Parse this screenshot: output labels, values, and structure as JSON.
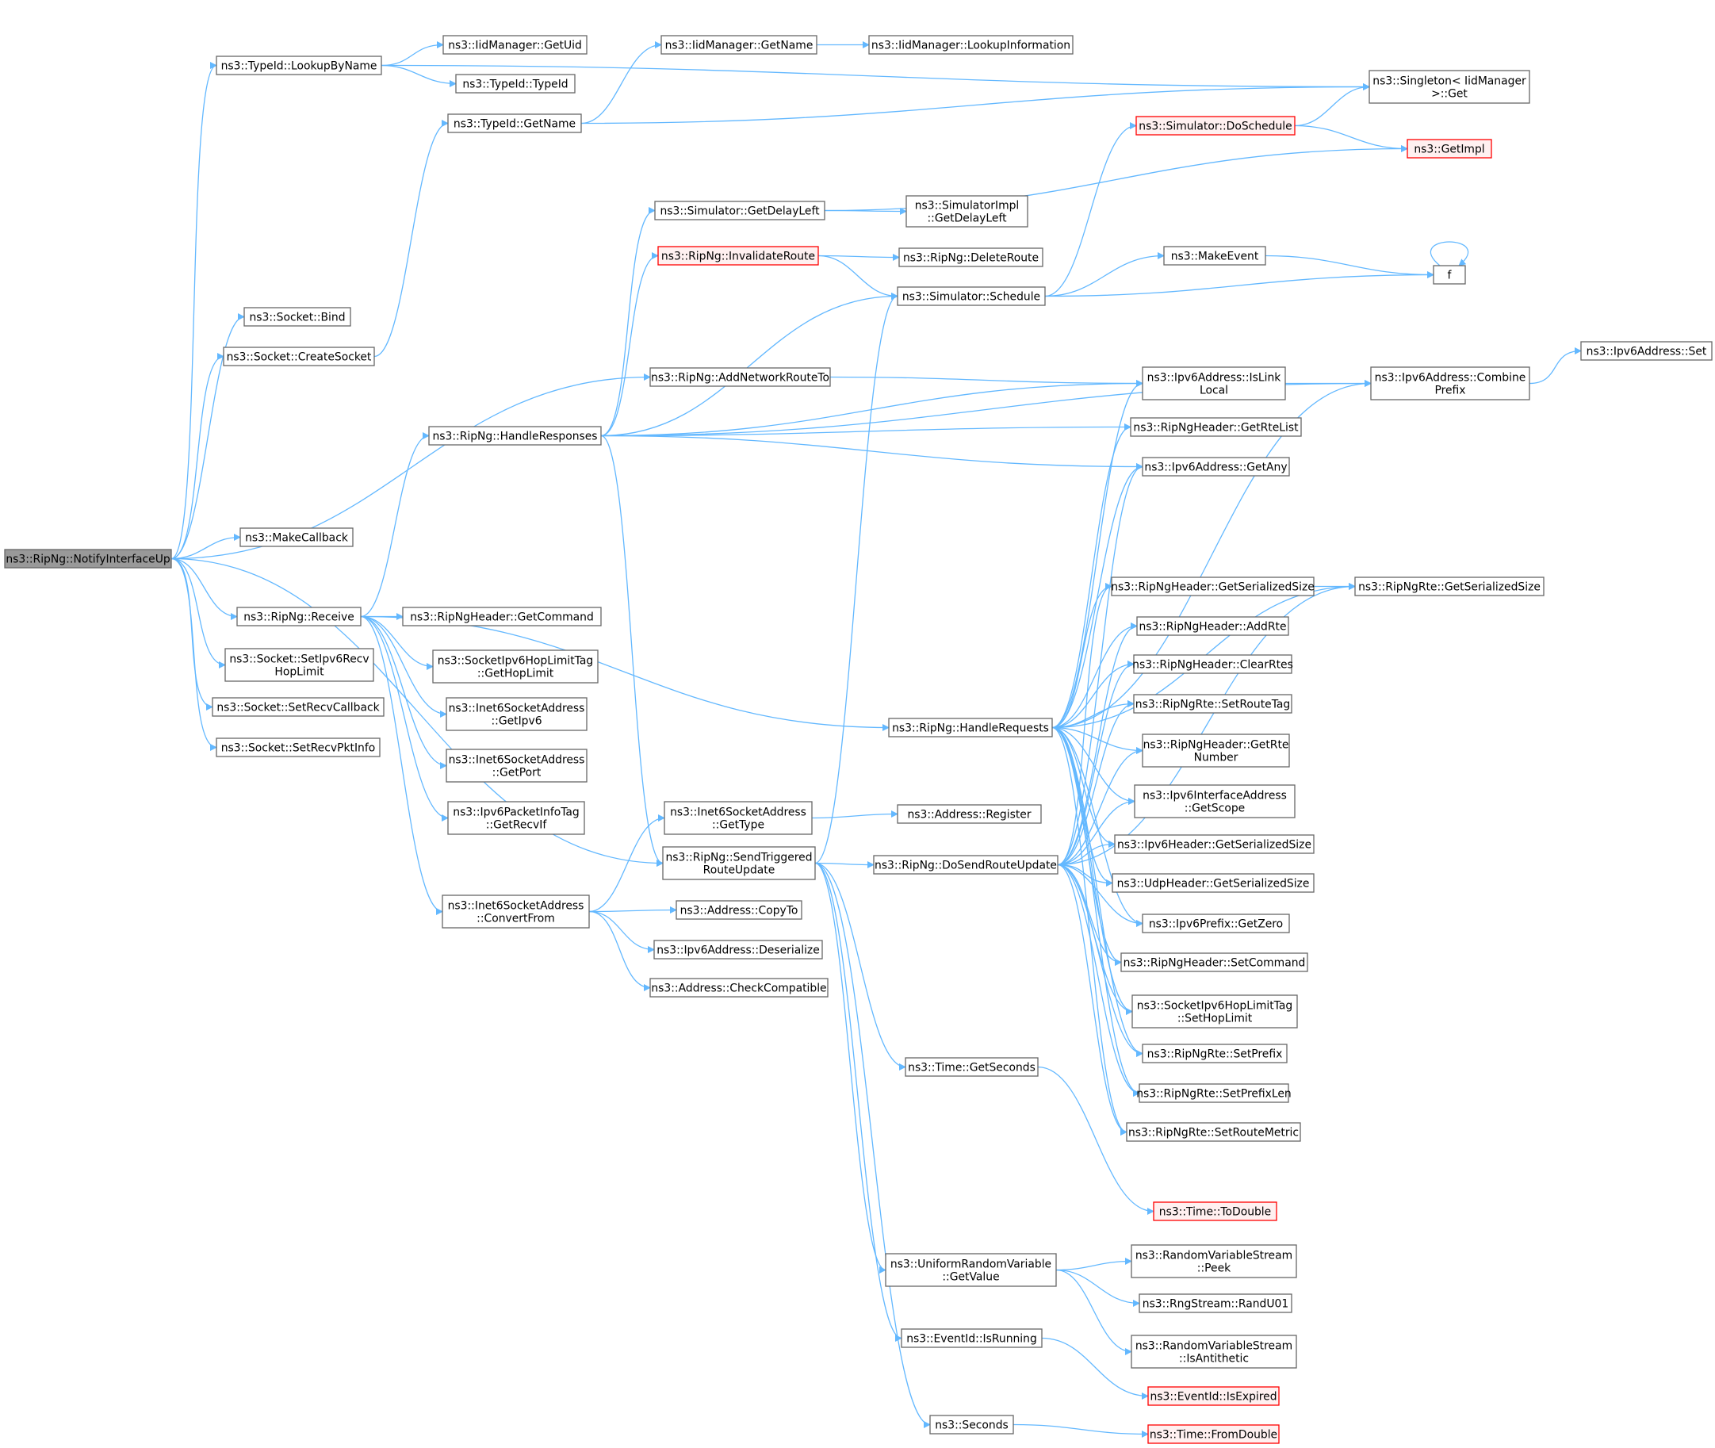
{
  "colors": {
    "edge": "#63b8ff",
    "node_border": "#666666",
    "node_fill": "#ffffff",
    "root_fill": "#999999",
    "root_border": "#666666",
    "truncated_border": "#ff0000",
    "truncated_fill": "#fff0f0",
    "text": "#000000"
  },
  "nodes": [
    {
      "id": "root",
      "lines": [
        "ns3::RipNg::NotifyInterfaceUp"
      ],
      "style": "root"
    },
    {
      "id": "lookupByName",
      "lines": [
        "ns3::TypeId::LookupByName"
      ],
      "style": "normal"
    },
    {
      "id": "iidGetUid",
      "lines": [
        "ns3::IidManager::GetUid"
      ],
      "style": "normal"
    },
    {
      "id": "typeIdTypeId",
      "lines": [
        "ns3::TypeId::TypeId"
      ],
      "style": "normal"
    },
    {
      "id": "typeIdGetName",
      "lines": [
        "ns3::TypeId::GetName"
      ],
      "style": "normal"
    },
    {
      "id": "iidGetName",
      "lines": [
        "ns3::IidManager::GetName"
      ],
      "style": "normal"
    },
    {
      "id": "iidLookupInfo",
      "lines": [
        "ns3::IidManager::LookupInformation"
      ],
      "style": "normal"
    },
    {
      "id": "singletonGet",
      "lines": [
        "ns3::Singleton< IidManager",
        ">::Get"
      ],
      "style": "normal"
    },
    {
      "id": "simDoSchedule",
      "lines": [
        "ns3::Simulator::DoSchedule"
      ],
      "style": "truncated"
    },
    {
      "id": "getImpl",
      "lines": [
        "ns3::GetImpl"
      ],
      "style": "truncated"
    },
    {
      "id": "simGetDelayLeft",
      "lines": [
        "ns3::Simulator::GetDelayLeft"
      ],
      "style": "normal"
    },
    {
      "id": "simImplGetDelayLeft",
      "lines": [
        "ns3::SimulatorImpl",
        "::GetDelayLeft"
      ],
      "style": "normal"
    },
    {
      "id": "invalidateRoute",
      "lines": [
        "ns3::RipNg::InvalidateRoute"
      ],
      "style": "truncated"
    },
    {
      "id": "deleteRoute",
      "lines": [
        "ns3::RipNg::DeleteRoute"
      ],
      "style": "normal"
    },
    {
      "id": "makeEvent",
      "lines": [
        "ns3::MakeEvent"
      ],
      "style": "normal"
    },
    {
      "id": "f",
      "lines": [
        "f"
      ],
      "style": "normal"
    },
    {
      "id": "simSchedule",
      "lines": [
        "ns3::Simulator::Schedule"
      ],
      "style": "normal"
    },
    {
      "id": "socketBind",
      "lines": [
        "ns3::Socket::Bind"
      ],
      "style": "normal"
    },
    {
      "id": "socketCreate",
      "lines": [
        "ns3::Socket::CreateSocket"
      ],
      "style": "normal"
    },
    {
      "id": "addNetworkRoute",
      "lines": [
        "ns3::RipNg::AddNetworkRouteTo"
      ],
      "style": "normal"
    },
    {
      "id": "isLinkLocal",
      "lines": [
        "ns3::Ipv6Address::IsLink",
        "Local"
      ],
      "style": "normal"
    },
    {
      "id": "combinePrefix",
      "lines": [
        "ns3::Ipv6Address::Combine",
        "Prefix"
      ],
      "style": "normal"
    },
    {
      "id": "ipv6AddrSet",
      "lines": [
        "ns3::Ipv6Address::Set"
      ],
      "style": "normal"
    },
    {
      "id": "handleResponses",
      "lines": [
        "ns3::RipNg::HandleResponses"
      ],
      "style": "normal"
    },
    {
      "id": "getRteList",
      "lines": [
        "ns3::RipNgHeader::GetRteList"
      ],
      "style": "normal"
    },
    {
      "id": "getAny",
      "lines": [
        "ns3::Ipv6Address::GetAny"
      ],
      "style": "normal"
    },
    {
      "id": "makeCallback",
      "lines": [
        "ns3::MakeCallback"
      ],
      "style": "normal"
    },
    {
      "id": "hdrGetSerSize",
      "lines": [
        "ns3::RipNgHeader::GetSerializedSize"
      ],
      "style": "normal"
    },
    {
      "id": "rteGetSerSize",
      "lines": [
        "ns3::RipNgRte::GetSerializedSize"
      ],
      "style": "normal"
    },
    {
      "id": "receive",
      "lines": [
        "ns3::RipNg::Receive"
      ],
      "style": "normal"
    },
    {
      "id": "getCommand",
      "lines": [
        "ns3::RipNgHeader::GetCommand"
      ],
      "style": "normal"
    },
    {
      "id": "addRte",
      "lines": [
        "ns3::RipNgHeader::AddRte"
      ],
      "style": "normal"
    },
    {
      "id": "setIpv6RecvHopLimit",
      "lines": [
        "ns3::Socket::SetIpv6Recv",
        "HopLimit"
      ],
      "style": "normal"
    },
    {
      "id": "getHopLimit",
      "lines": [
        "ns3::SocketIpv6HopLimitTag",
        "::GetHopLimit"
      ],
      "style": "normal"
    },
    {
      "id": "clearRtes",
      "lines": [
        "ns3::RipNgHeader::ClearRtes"
      ],
      "style": "normal"
    },
    {
      "id": "setRecvCallback",
      "lines": [
        "ns3::Socket::SetRecvCallback"
      ],
      "style": "normal"
    },
    {
      "id": "inet6GetIpv6",
      "lines": [
        "ns3::Inet6SocketAddress",
        "::GetIpv6"
      ],
      "style": "normal"
    },
    {
      "id": "setRouteTag",
      "lines": [
        "ns3::RipNgRte::SetRouteTag"
      ],
      "style": "normal"
    },
    {
      "id": "handleRequests",
      "lines": [
        "ns3::RipNg::HandleRequests"
      ],
      "style": "normal"
    },
    {
      "id": "setRecvPktInfo",
      "lines": [
        "ns3::Socket::SetRecvPktInfo"
      ],
      "style": "normal"
    },
    {
      "id": "getRteNumber",
      "lines": [
        "ns3::RipNgHeader::GetRte",
        "Number"
      ],
      "style": "normal"
    },
    {
      "id": "inet6GetPort",
      "lines": [
        "ns3::Inet6SocketAddress",
        "::GetPort"
      ],
      "style": "normal"
    },
    {
      "id": "ifaceGetScope",
      "lines": [
        "ns3::Ipv6InterfaceAddress",
        "::GetScope"
      ],
      "style": "normal"
    },
    {
      "id": "getRecvIf",
      "lines": [
        "ns3::Ipv6PacketInfoTag",
        "::GetRecvIf"
      ],
      "style": "normal"
    },
    {
      "id": "inet6GetType",
      "lines": [
        "ns3::Inet6SocketAddress",
        "::GetType"
      ],
      "style": "normal"
    },
    {
      "id": "addrRegister",
      "lines": [
        "ns3::Address::Register"
      ],
      "style": "normal"
    },
    {
      "id": "ipv6HdrGetSerSize",
      "lines": [
        "ns3::Ipv6Header::GetSerializedSize"
      ],
      "style": "normal"
    },
    {
      "id": "sendTriggered",
      "lines": [
        "ns3::RipNg::SendTriggered",
        "RouteUpdate"
      ],
      "style": "normal"
    },
    {
      "id": "doSendRouteUpdate",
      "lines": [
        "ns3::RipNg::DoSendRouteUpdate"
      ],
      "style": "normal"
    },
    {
      "id": "udpHdrGetSerSize",
      "lines": [
        "ns3::UdpHeader::GetSerializedSize"
      ],
      "style": "normal"
    },
    {
      "id": "inet6ConvertFrom",
      "lines": [
        "ns3::Inet6SocketAddress",
        "::ConvertFrom"
      ],
      "style": "normal"
    },
    {
      "id": "addrCopyTo",
      "lines": [
        "ns3::Address::CopyTo"
      ],
      "style": "normal"
    },
    {
      "id": "prefixGetZero",
      "lines": [
        "ns3::Ipv6Prefix::GetZero"
      ],
      "style": "normal"
    },
    {
      "id": "ipv6Deserialize",
      "lines": [
        "ns3::Ipv6Address::Deserialize"
      ],
      "style": "normal"
    },
    {
      "id": "setCommand",
      "lines": [
        "ns3::RipNgHeader::SetCommand"
      ],
      "style": "normal"
    },
    {
      "id": "addrCheckCompat",
      "lines": [
        "ns3::Address::CheckCompatible"
      ],
      "style": "normal"
    },
    {
      "id": "setHopLimit",
      "lines": [
        "ns3::SocketIpv6HopLimitTag",
        "::SetHopLimit"
      ],
      "style": "normal"
    },
    {
      "id": "setPrefix",
      "lines": [
        "ns3::RipNgRte::SetPrefix"
      ],
      "style": "normal"
    },
    {
      "id": "timeGetSeconds",
      "lines": [
        "ns3::Time::GetSeconds"
      ],
      "style": "normal"
    },
    {
      "id": "setPrefixLen",
      "lines": [
        "ns3::RipNgRte::SetPrefixLen"
      ],
      "style": "normal"
    },
    {
      "id": "setRouteMetric",
      "lines": [
        "ns3::RipNgRte::SetRouteMetric"
      ],
      "style": "normal"
    },
    {
      "id": "timeToDouble",
      "lines": [
        "ns3::Time::ToDouble"
      ],
      "style": "truncated"
    },
    {
      "id": "uniformGetValue",
      "lines": [
        "ns3::UniformRandomVariable",
        "::GetValue"
      ],
      "style": "normal"
    },
    {
      "id": "rvsPeek",
      "lines": [
        "ns3::RandomVariableStream",
        "::Peek"
      ],
      "style": "normal"
    },
    {
      "id": "randU01",
      "lines": [
        "ns3::RngStream::RandU01"
      ],
      "style": "normal"
    },
    {
      "id": "isAntithetic",
      "lines": [
        "ns3::RandomVariableStream",
        "::IsAntithetic"
      ],
      "style": "normal"
    },
    {
      "id": "eventIsRunning",
      "lines": [
        "ns3::EventId::IsRunning"
      ],
      "style": "normal"
    },
    {
      "id": "eventIsExpired",
      "lines": [
        "ns3::EventId::IsExpired"
      ],
      "style": "truncated"
    },
    {
      "id": "seconds",
      "lines": [
        "ns3::Seconds"
      ],
      "style": "normal"
    },
    {
      "id": "timeFromDouble",
      "lines": [
        "ns3::Time::FromDouble"
      ],
      "style": "truncated"
    }
  ],
  "edges": [
    [
      "root",
      "lookupByName"
    ],
    [
      "root",
      "socketBind"
    ],
    [
      "root",
      "socketCreate"
    ],
    [
      "root",
      "addNetworkRoute"
    ],
    [
      "root",
      "makeCallback"
    ],
    [
      "root",
      "receive"
    ],
    [
      "root",
      "setIpv6RecvHopLimit"
    ],
    [
      "root",
      "setRecvCallback"
    ],
    [
      "root",
      "setRecvPktInfo"
    ],
    [
      "root",
      "sendTriggered"
    ],
    [
      "lookupByName",
      "singletonGet"
    ],
    [
      "lookupByName",
      "iidGetUid"
    ],
    [
      "lookupByName",
      "typeIdTypeId"
    ],
    [
      "typeIdGetName",
      "iidGetName"
    ],
    [
      "typeIdGetName",
      "singletonGet"
    ],
    [
      "iidGetName",
      "iidLookupInfo"
    ],
    [
      "socketCreate",
      "typeIdGetName"
    ],
    [
      "simDoSchedule",
      "singletonGet"
    ],
    [
      "simDoSchedule",
      "getImpl"
    ],
    [
      "simGetDelayLeft",
      "getImpl"
    ],
    [
      "simGetDelayLeft",
      "simImplGetDelayLeft"
    ],
    [
      "invalidateRoute",
      "deleteRoute"
    ],
    [
      "invalidateRoute",
      "simSchedule"
    ],
    [
      "simSchedule",
      "simDoSchedule"
    ],
    [
      "simSchedule",
      "makeEvent"
    ],
    [
      "simSchedule",
      "f"
    ],
    [
      "makeEvent",
      "f"
    ],
    [
      "f",
      "f"
    ],
    [
      "addNetworkRoute",
      "isLinkLocal"
    ],
    [
      "isLinkLocal",
      "combinePrefix"
    ],
    [
      "combinePrefix",
      "ipv6AddrSet"
    ],
    [
      "handleResponses",
      "simGetDelayLeft"
    ],
    [
      "handleResponses",
      "invalidateRoute"
    ],
    [
      "handleResponses",
      "simSchedule"
    ],
    [
      "handleResponses",
      "combinePrefix"
    ],
    [
      "handleResponses",
      "isLinkLocal"
    ],
    [
      "handleResponses",
      "getRteList"
    ],
    [
      "handleResponses",
      "getAny"
    ],
    [
      "handleResponses",
      "sendTriggered"
    ],
    [
      "receive",
      "handleResponses"
    ],
    [
      "receive",
      "getCommand"
    ],
    [
      "receive",
      "getHopLimit"
    ],
    [
      "receive",
      "inet6GetIpv6"
    ],
    [
      "receive",
      "inet6GetPort"
    ],
    [
      "receive",
      "getRecvIf"
    ],
    [
      "receive",
      "inet6ConvertFrom"
    ],
    [
      "receive",
      "handleRequests"
    ],
    [
      "handleRequests",
      "isLinkLocal"
    ],
    [
      "handleRequests",
      "getRteList"
    ],
    [
      "handleRequests",
      "getAny"
    ],
    [
      "handleRequests",
      "combinePrefix"
    ],
    [
      "handleRequests",
      "rteGetSerSize"
    ],
    [
      "handleRequests",
      "hdrGetSerSize"
    ],
    [
      "handleRequests",
      "addRte"
    ],
    [
      "handleRequests",
      "clearRtes"
    ],
    [
      "handleRequests",
      "setRouteTag"
    ],
    [
      "handleRequests",
      "getRteNumber"
    ],
    [
      "handleRequests",
      "ifaceGetScope"
    ],
    [
      "handleRequests",
      "ipv6HdrGetSerSize"
    ],
    [
      "handleRequests",
      "udpHdrGetSerSize"
    ],
    [
      "handleRequests",
      "prefixGetZero"
    ],
    [
      "handleRequests",
      "setCommand"
    ],
    [
      "handleRequests",
      "setHopLimit"
    ],
    [
      "handleRequests",
      "setPrefix"
    ],
    [
      "handleRequests",
      "setPrefixLen"
    ],
    [
      "handleRequests",
      "setRouteMetric"
    ],
    [
      "hdrGetSerSize",
      "rteGetSerSize"
    ],
    [
      "inet6ConvertFrom",
      "inet6GetType"
    ],
    [
      "inet6ConvertFrom",
      "addrCopyTo"
    ],
    [
      "inet6ConvertFrom",
      "ipv6Deserialize"
    ],
    [
      "inet6ConvertFrom",
      "addrCheckCompat"
    ],
    [
      "inet6GetType",
      "addrRegister"
    ],
    [
      "sendTriggered",
      "simSchedule"
    ],
    [
      "sendTriggered",
      "doSendRouteUpdate"
    ],
    [
      "sendTriggered",
      "timeGetSeconds"
    ],
    [
      "sendTriggered",
      "uniformGetValue"
    ],
    [
      "sendTriggered",
      "eventIsRunning"
    ],
    [
      "sendTriggered",
      "seconds"
    ],
    [
      "doSendRouteUpdate",
      "getAny"
    ],
    [
      "doSendRouteUpdate",
      "hdrGetSerSize"
    ],
    [
      "doSendRouteUpdate",
      "addRte"
    ],
    [
      "doSendRouteUpdate",
      "clearRtes"
    ],
    [
      "doSendRouteUpdate",
      "setRouteTag"
    ],
    [
      "doSendRouteUpdate",
      "getRteNumber"
    ],
    [
      "doSendRouteUpdate",
      "ifaceGetScope"
    ],
    [
      "doSendRouteUpdate",
      "ipv6HdrGetSerSize"
    ],
    [
      "doSendRouteUpdate",
      "udpHdrGetSerSize"
    ],
    [
      "doSendRouteUpdate",
      "prefixGetZero"
    ],
    [
      "doSendRouteUpdate",
      "setCommand"
    ],
    [
      "doSendRouteUpdate",
      "setHopLimit"
    ],
    [
      "doSendRouteUpdate",
      "setPrefix"
    ],
    [
      "doSendRouteUpdate",
      "setPrefixLen"
    ],
    [
      "doSendRouteUpdate",
      "setRouteMetric"
    ],
    [
      "doSendRouteUpdate",
      "rteGetSerSize"
    ],
    [
      "timeGetSeconds",
      "timeToDouble"
    ],
    [
      "uniformGetValue",
      "rvsPeek"
    ],
    [
      "uniformGetValue",
      "randU01"
    ],
    [
      "uniformGetValue",
      "isAntithetic"
    ],
    [
      "eventIsRunning",
      "eventIsExpired"
    ],
    [
      "seconds",
      "timeFromDouble"
    ]
  ]
}
